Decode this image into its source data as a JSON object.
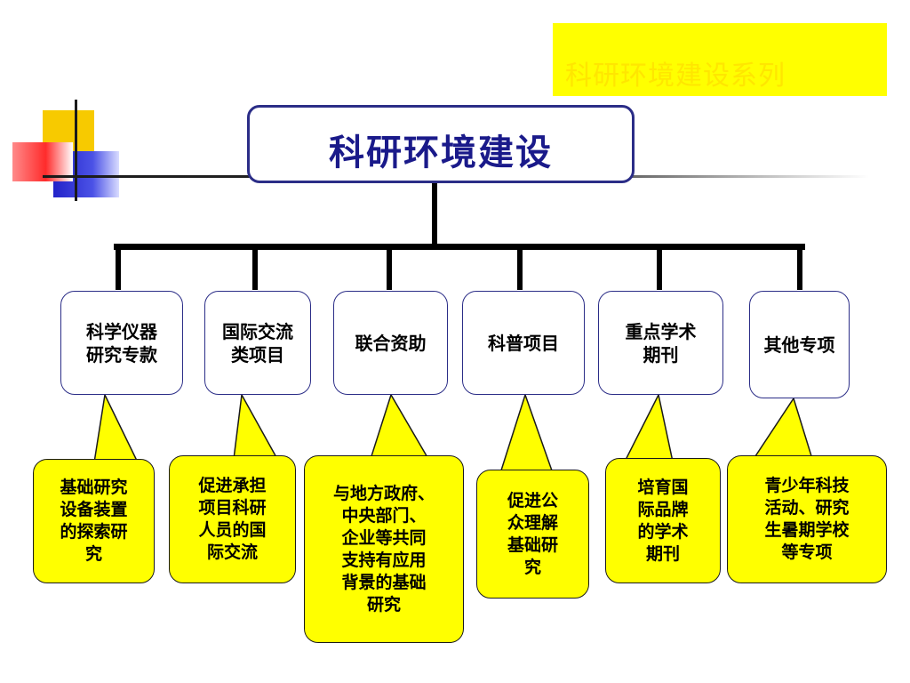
{
  "series_title": "科研环境建设系列",
  "root": {
    "label": "科研环境建设"
  },
  "categories": [
    {
      "label": "科学仪器\n研究专款",
      "note": "基础研究\n设备装置\n的探索研\n究"
    },
    {
      "label": "国际交流\n类项目",
      "note": "促进承担\n项目科研\n人员的国\n际交流"
    },
    {
      "label": "联合资助",
      "note": "与地方政府、\n中央部门、\n企业等共同\n支持有应用\n背景的基础\n研究"
    },
    {
      "label": "科普项目",
      "note": "促进公\n众理解\n基础研\n究"
    },
    {
      "label": "重点学术\n期刊",
      "note": "培育国\n际品牌\n的学术\n期刊"
    },
    {
      "label": "其他专项",
      "note": "青少年科技\n活动、研究\n生暑期学校\n等专项"
    }
  ],
  "colors": {
    "callout_fill": "#ffff00",
    "title_text": "#1a1a8a",
    "box_border": "#2b2d87"
  }
}
